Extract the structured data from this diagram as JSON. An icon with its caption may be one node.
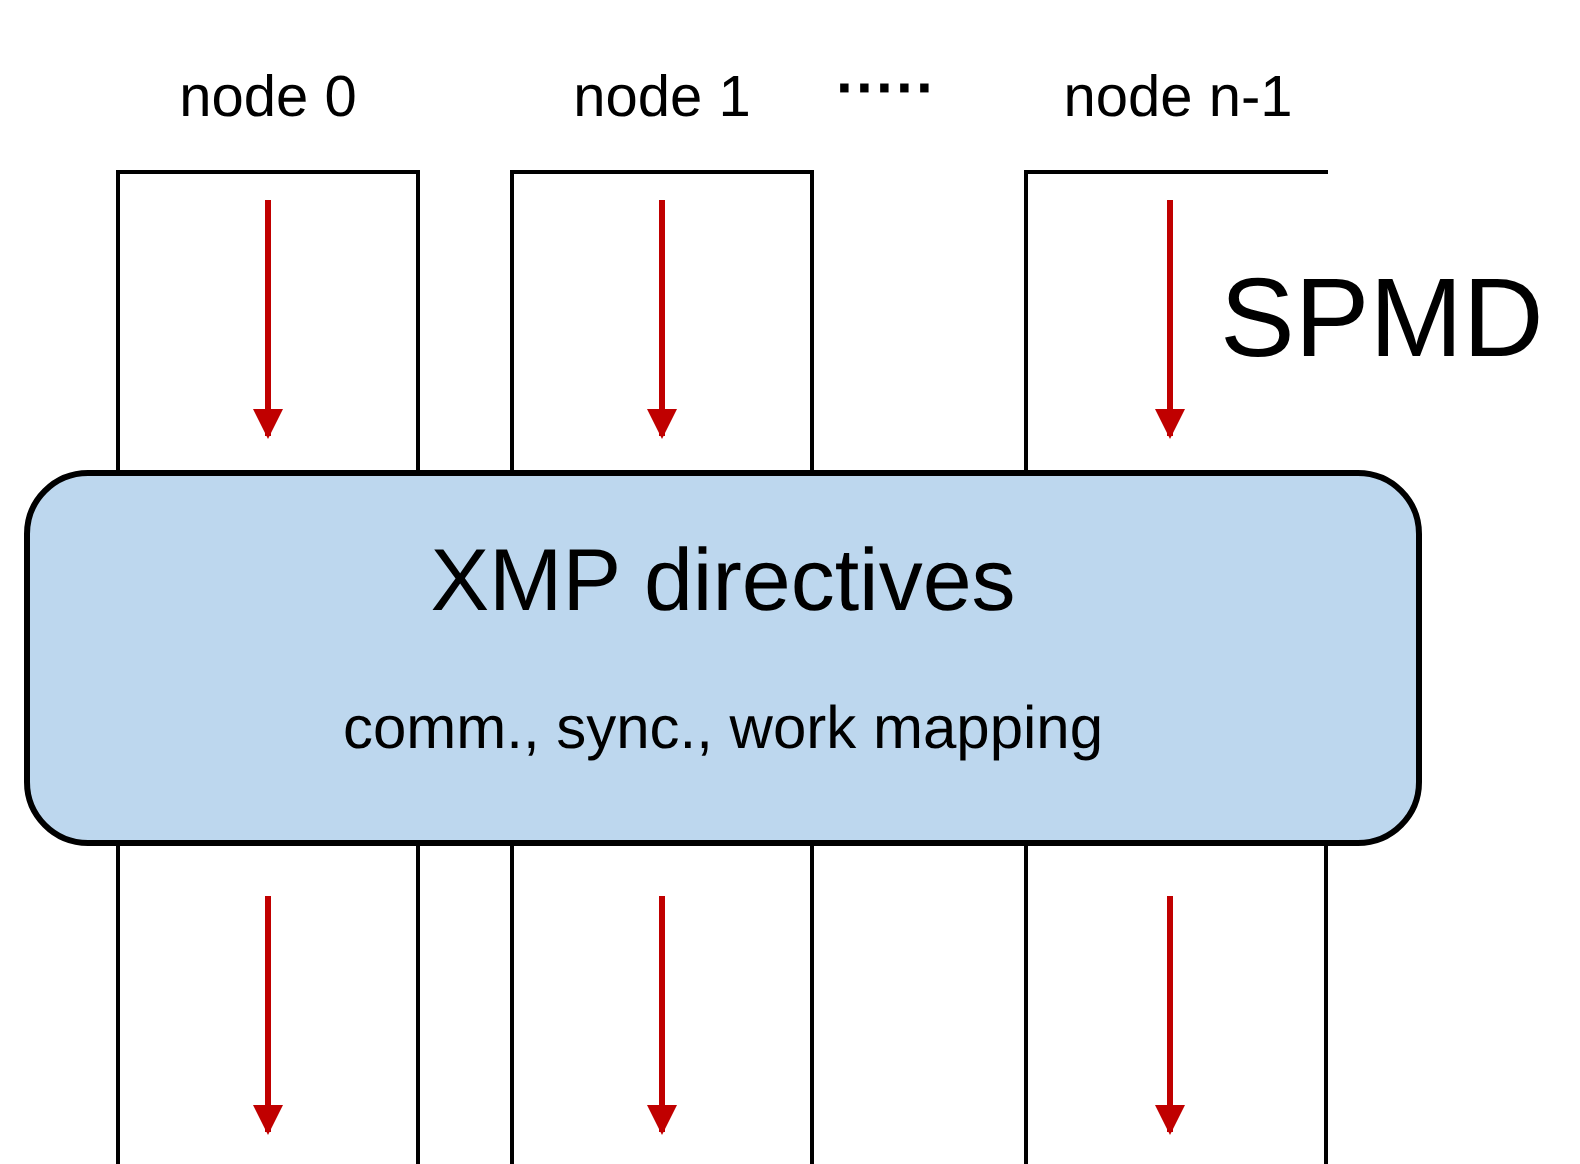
{
  "diagram": {
    "nodes": [
      {
        "text": [
          "node 0"
        ]
      },
      {
        "text": [
          "node 1"
        ]
      },
      {
        "text": [
          "node n-1"
        ]
      },
      {
        "text": [
          "XMP directives",
          "comm., sync., work mapping"
        ]
      },
      {
        "text": [],
        "shape": "box"
      },
      {
        "text": [],
        "shape": "box"
      },
      {
        "text": [],
        "shape": "box"
      }
    ],
    "edges": [],
    "labels": [
      "·····",
      "SPMD"
    ]
  }
}
